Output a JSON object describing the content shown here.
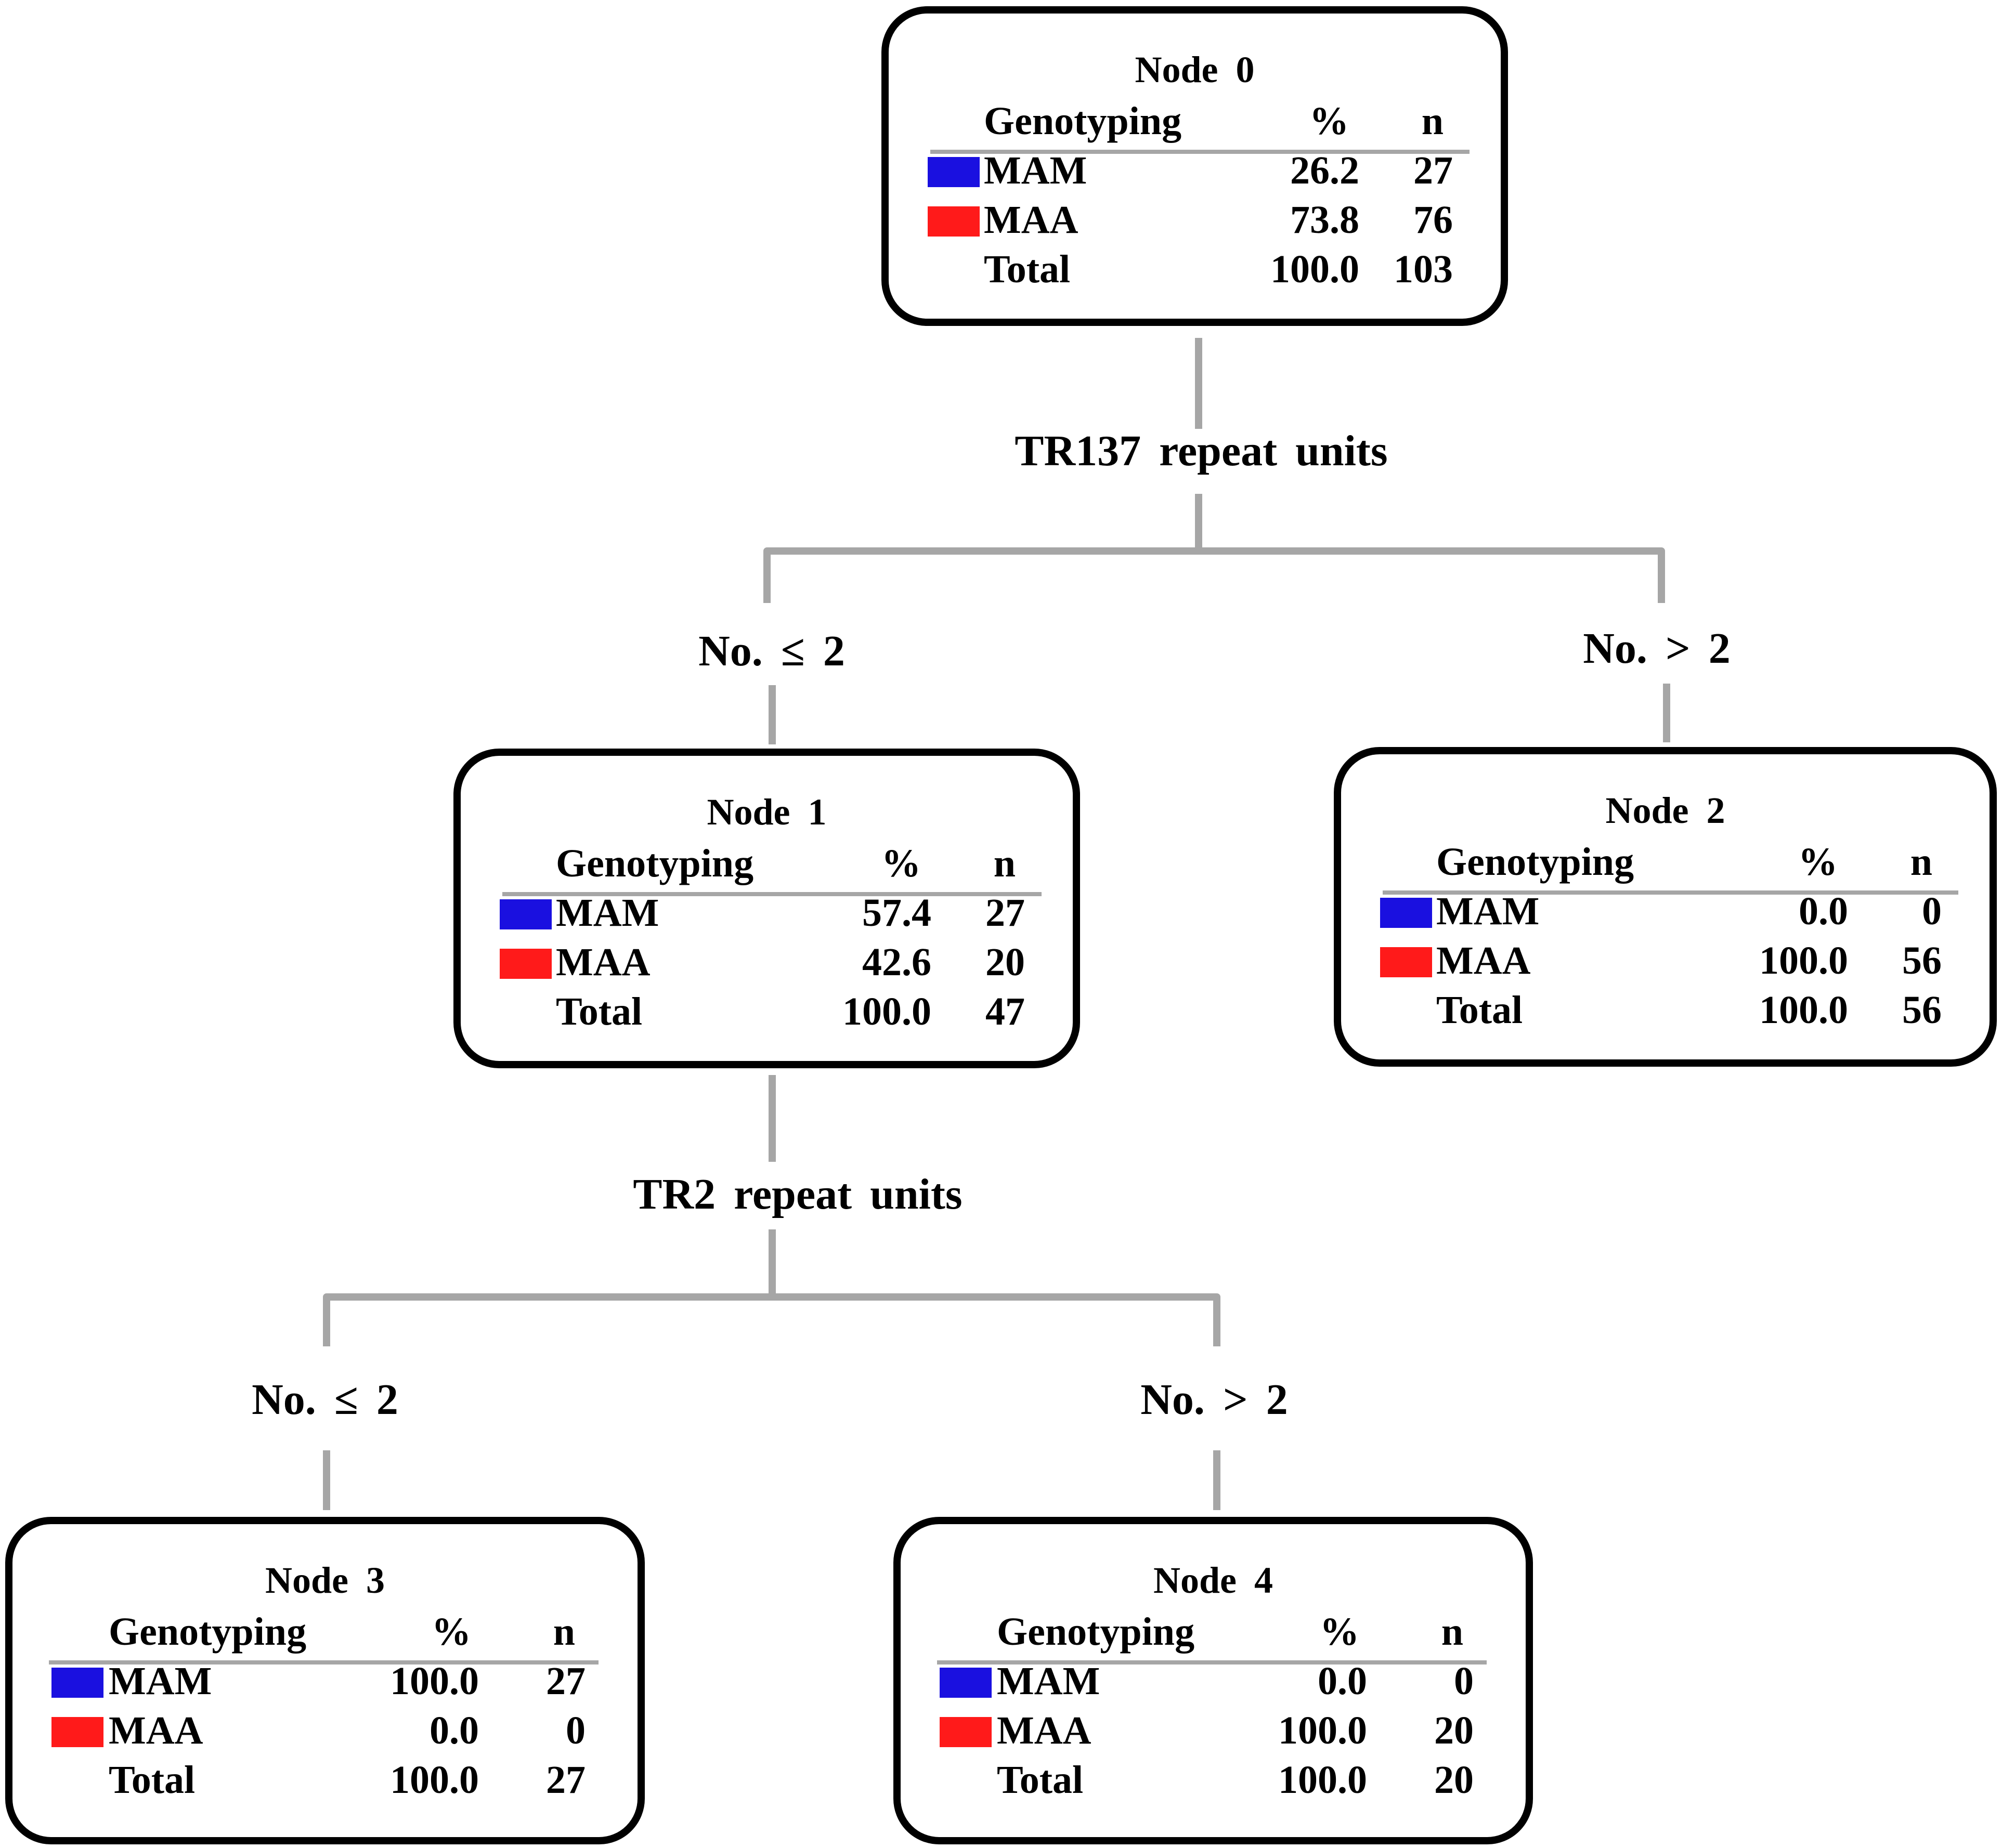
{
  "colors": {
    "mam": "#1a10e0",
    "maa": "#ff1a1a",
    "edge": "#a6a6a6"
  },
  "header": {
    "category": "Genotyping",
    "pct": "%",
    "n": "n"
  },
  "nodes": [
    {
      "title": "Node 0",
      "rows": [
        {
          "label": "MAM",
          "pct": "26.2",
          "n": "27"
        },
        {
          "label": "MAA",
          "pct": "73.8",
          "n": "76"
        },
        {
          "label": "Total",
          "pct": "100.0",
          "n": "103"
        }
      ]
    },
    {
      "title": "Node 1",
      "rows": [
        {
          "label": "MAM",
          "pct": "57.4",
          "n": "27"
        },
        {
          "label": "MAA",
          "pct": "42.6",
          "n": "20"
        },
        {
          "label": "Total",
          "pct": "100.0",
          "n": "47"
        }
      ]
    },
    {
      "title": "Node 2",
      "rows": [
        {
          "label": "MAM",
          "pct": "0.0",
          "n": "0"
        },
        {
          "label": "MAA",
          "pct": "100.0",
          "n": "56"
        },
        {
          "label": "Total",
          "pct": "100.0",
          "n": "56"
        }
      ]
    },
    {
      "title": "Node 3",
      "rows": [
        {
          "label": "MAM",
          "pct": "100.0",
          "n": "27"
        },
        {
          "label": "MAA",
          "pct": "0.0",
          "n": "0"
        },
        {
          "label": "Total",
          "pct": "100.0",
          "n": "27"
        }
      ]
    },
    {
      "title": "Node 4",
      "rows": [
        {
          "label": "MAM",
          "pct": "0.0",
          "n": "0"
        },
        {
          "label": "MAA",
          "pct": "100.0",
          "n": "20"
        },
        {
          "label": "Total",
          "pct": "100.0",
          "n": "20"
        }
      ]
    }
  ],
  "splits": {
    "first": {
      "variable": "TR137 repeat units",
      "left": "No. ≤ 2",
      "right": "No. > 2"
    },
    "second": {
      "variable": "TR2 repeat units",
      "left": "No. ≤ 2",
      "right": "No. > 2"
    }
  }
}
